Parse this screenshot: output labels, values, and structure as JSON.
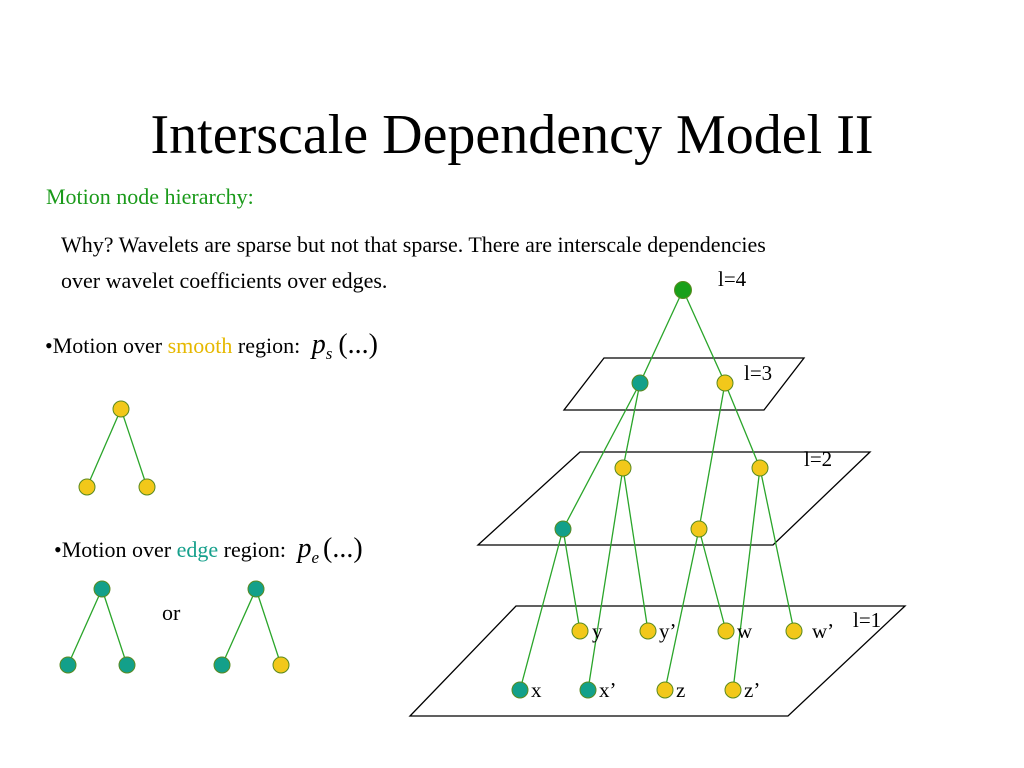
{
  "slide": {
    "title": "Interscale Dependency Model II",
    "subtitle": "Motion node hierarchy:",
    "why_line1": "Why? Wavelets are sparse but not that sparse. There are interscale dependencies",
    "why_line2": "over wavelet coefficients over edges.",
    "smooth": {
      "prefix": "•Motion over ",
      "keyword": "smooth",
      "suffix": " region:",
      "formula_var": "p",
      "formula_sub": "s",
      "formula_args": "(...)"
    },
    "edge": {
      "prefix": "•Motion over ",
      "keyword": "edge",
      "suffix": " region:",
      "formula_var": "p",
      "formula_sub": "e",
      "formula_args": "(...)"
    },
    "or_label": "or"
  },
  "colors": {
    "smooth_node": "#f2c81a",
    "edge_node": "#13a08a",
    "root_node": "#1aa01a",
    "edge_line": "#2aa52a",
    "node_outline": "#5a8a20",
    "smooth_text": "#e6b800",
    "edge_text": "#16a08c",
    "subtitle_text": "#1a9a1a"
  },
  "hierarchy": {
    "levels": [
      "l=4",
      "l=3",
      "l=2",
      "l=1"
    ],
    "leaf_labels": [
      "y",
      "y’",
      "w",
      "w’",
      "x",
      "x’",
      "z",
      "z’"
    ]
  }
}
